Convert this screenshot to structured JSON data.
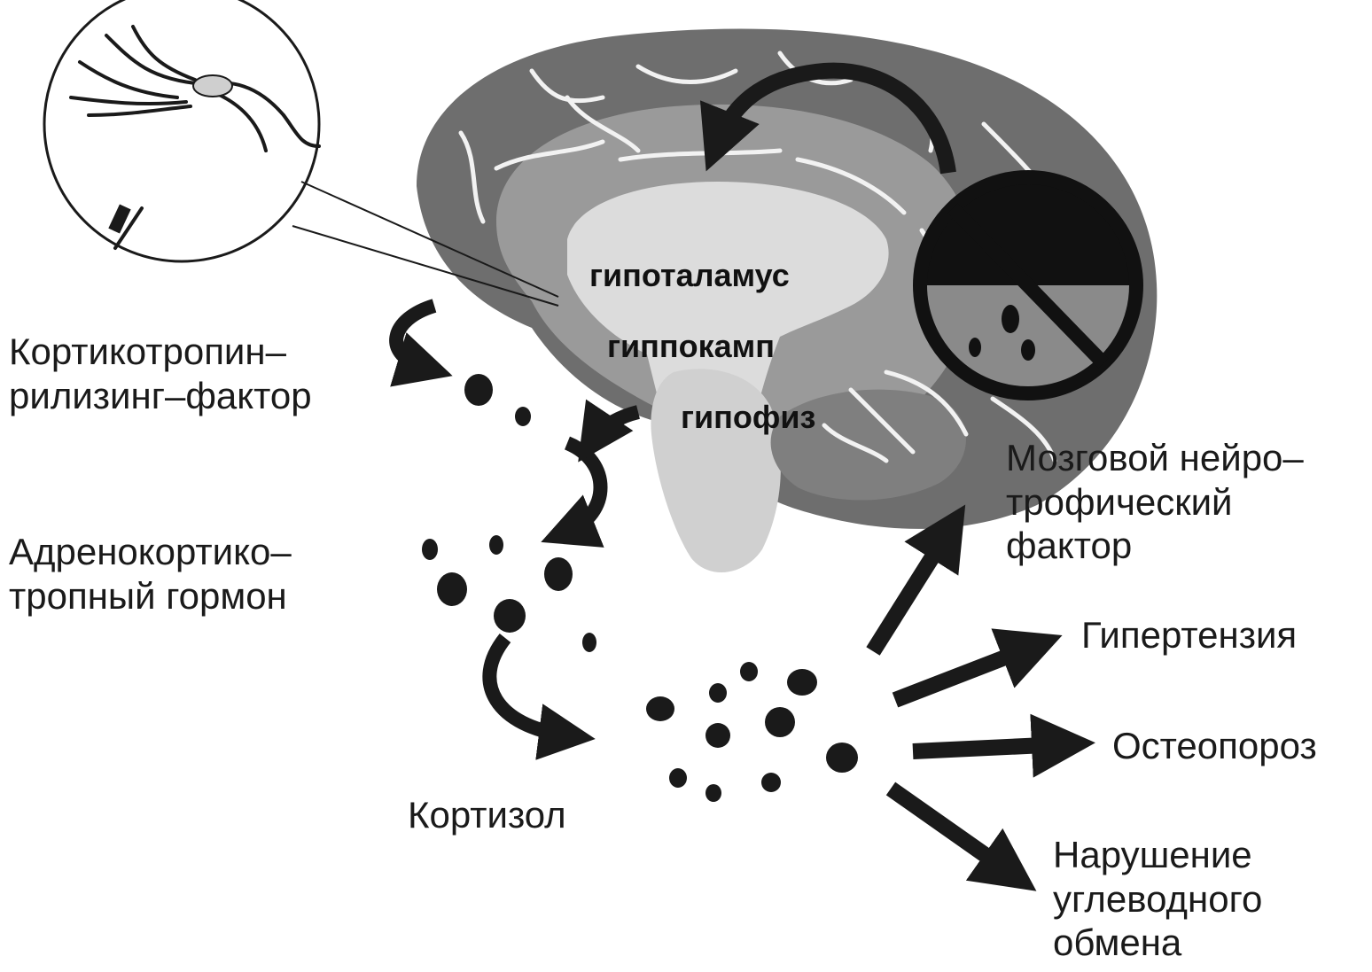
{
  "colors": {
    "ink": "#1a1a1a",
    "brain_outer": "#6e6e6e",
    "brain_inner": "#9a9a9a",
    "brain_core": "#dcdcdc",
    "paper": "#ffffff"
  },
  "labels": {
    "crf": [
      "Кортикотропин–",
      "рилизинг–фактор"
    ],
    "acth": [
      "Адренокортико–",
      "тропный гормон"
    ],
    "cortisol": "Кортизол",
    "bdnf": [
      "Мозговой нейро–",
      "трофический",
      "фактор"
    ],
    "hypertension": "Гипертензия",
    "osteoporosis": "Остеопороз",
    "carb": [
      "Нарушение",
      "углеводного",
      "обмена"
    ]
  },
  "brain_labels": {
    "hypothalamus": "гипоталамус",
    "hippocampus": "гиппокамп",
    "pituitary": "гипофиз"
  },
  "icons": [
    "neuron-inset-icon",
    "prohibition-sign-icon",
    "feedback-arrow-icon"
  ]
}
